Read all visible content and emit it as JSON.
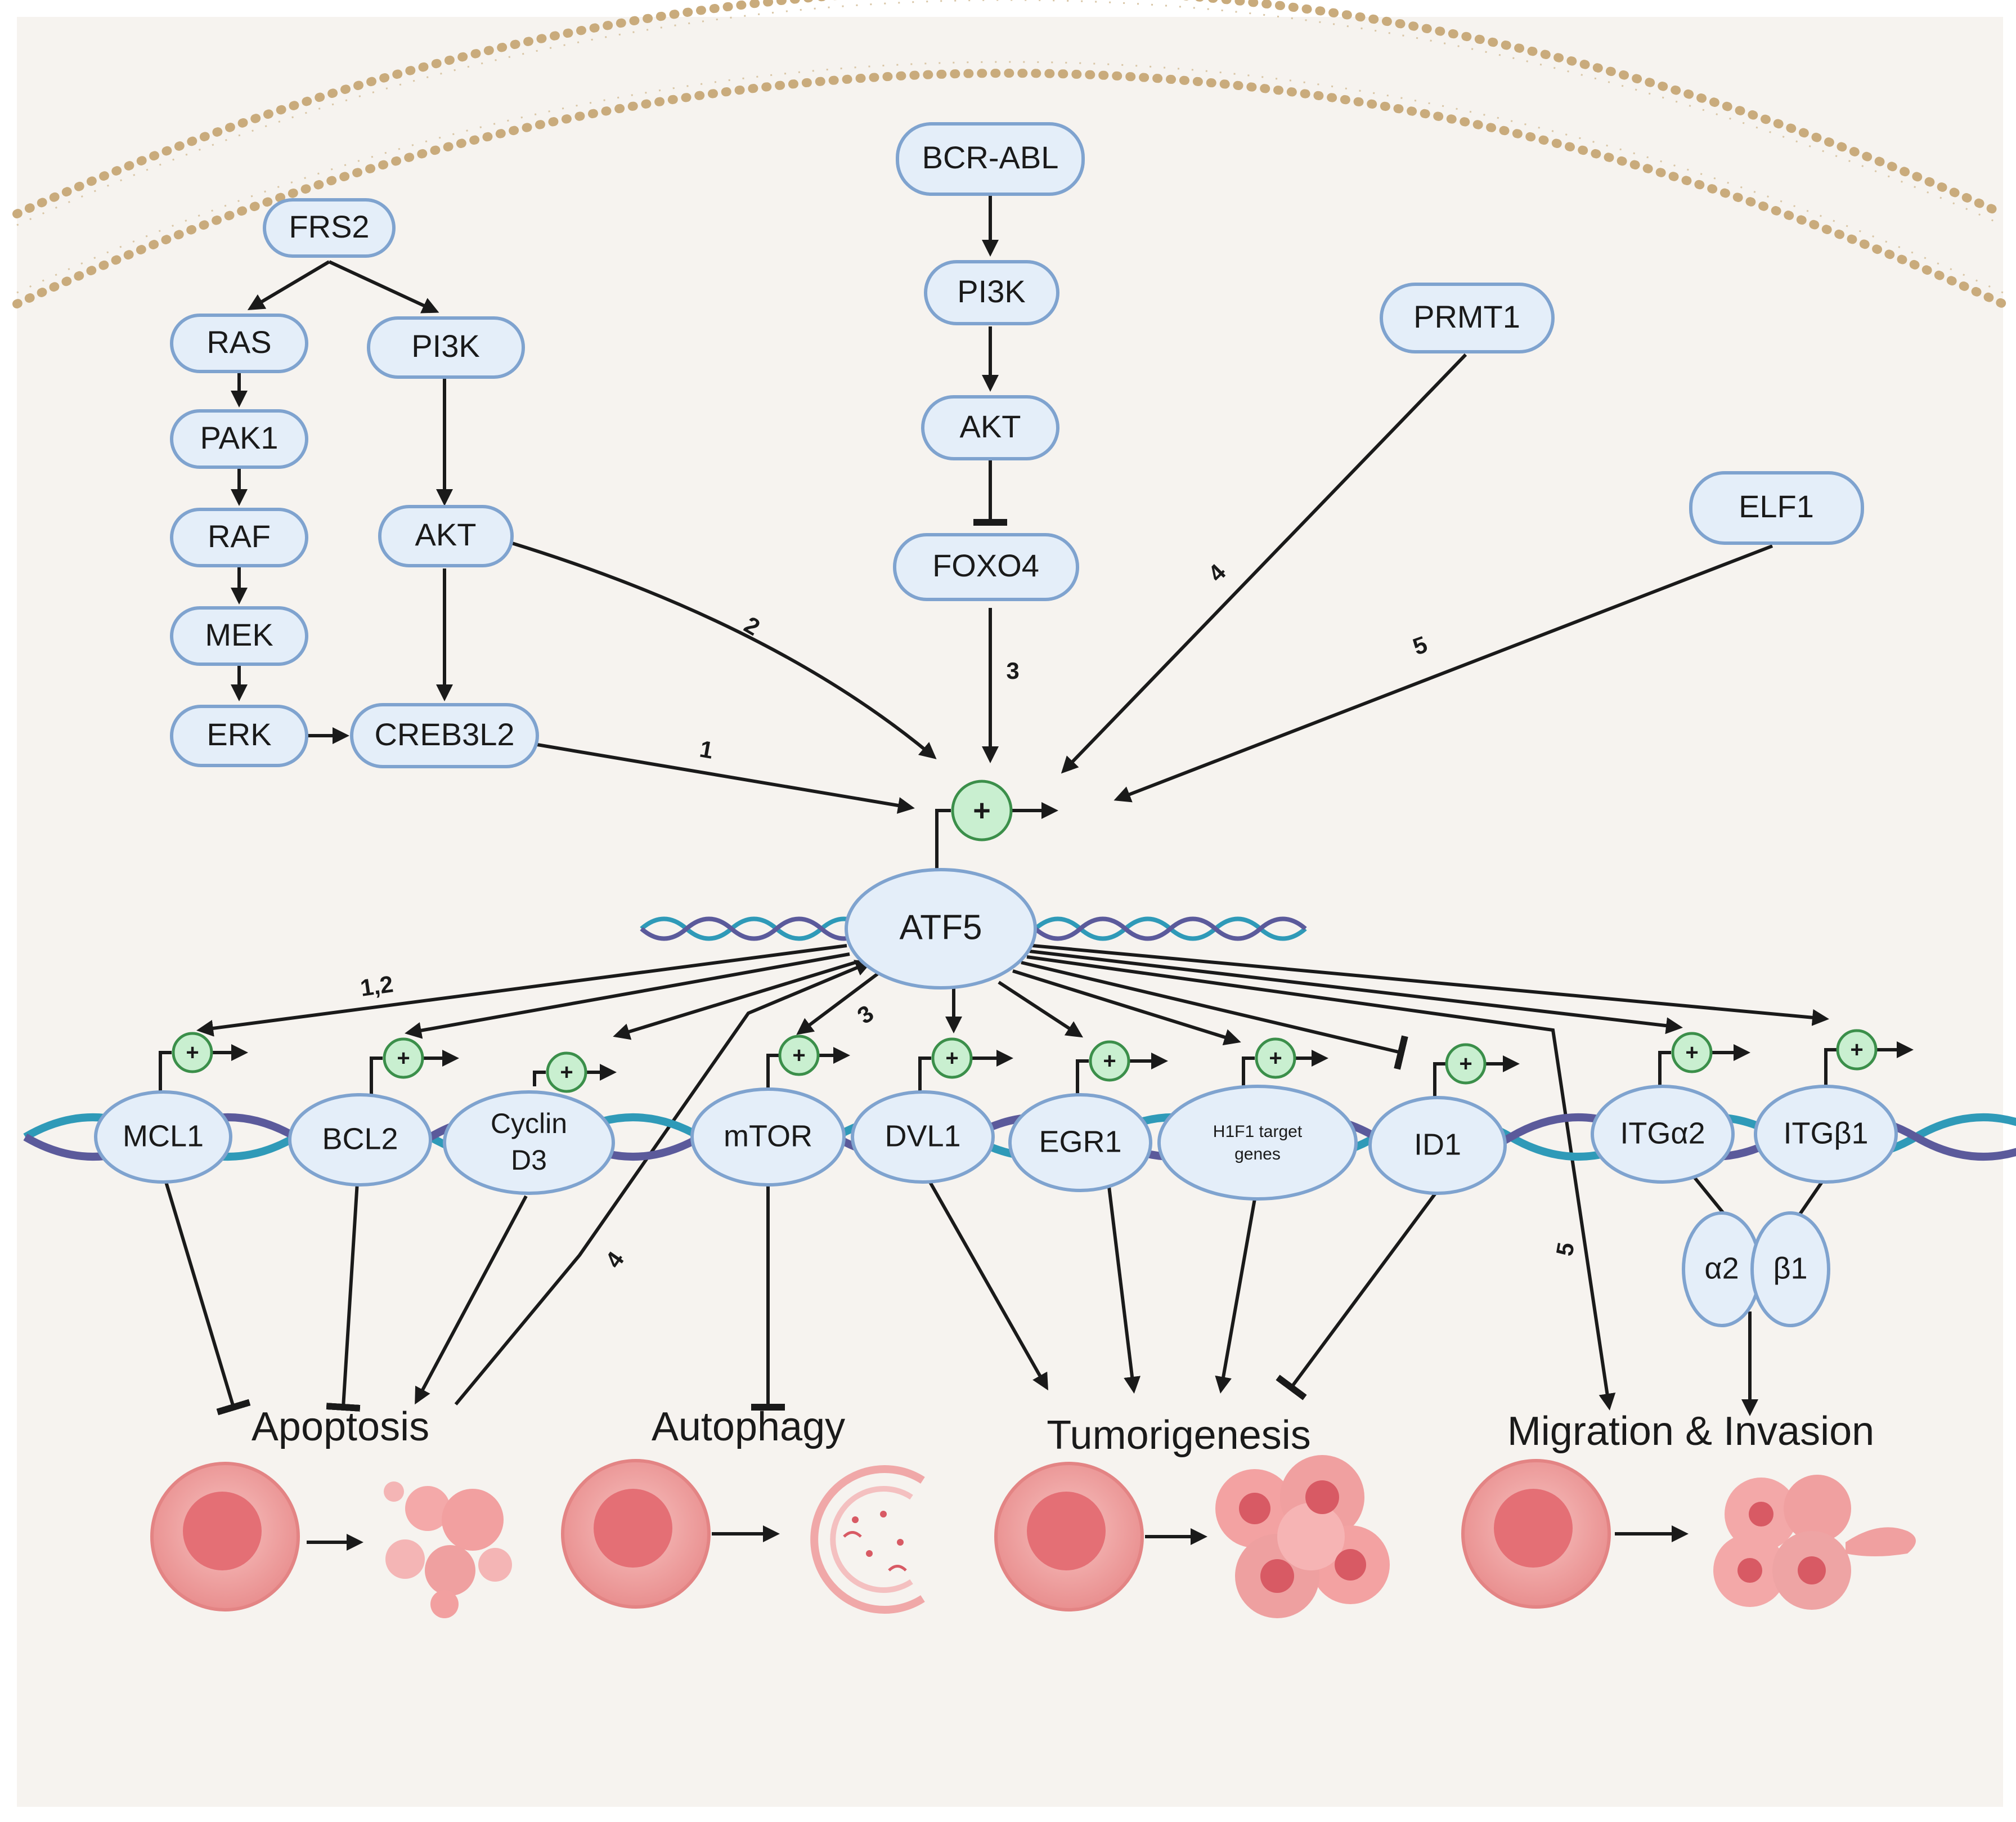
{
  "colors": {
    "background": "#f6f3ef",
    "membrane_head": "#c9ab7c",
    "node_fill": "#e4eef9",
    "node_stroke": "#7fa3cf",
    "dna_teal": "#2f9ab8",
    "dna_purple": "#5b5a9b",
    "promoter_fill": "#c9efd0",
    "cell_pink": "#f2a6a6"
  },
  "nodes": {
    "frs2": "FRS2",
    "ras": "RAS",
    "pi3k_left": "PI3K",
    "pak1": "PAK1",
    "raf": "RAF",
    "akt_left": "AKT",
    "mek": "MEK",
    "erk": "ERK",
    "creb3l2": "CREB3L2",
    "bcr_abl": "BCR-ABL",
    "pi3k_mid": "PI3K",
    "akt_mid": "AKT",
    "foxo4": "FOXO4",
    "prmt1": "PRMT1",
    "elf1": "ELF1",
    "atf5": "ATF5"
  },
  "genes": {
    "mcl1": "MCL1",
    "bcl2": "BCL2",
    "cyclin_line1": "Cyclin",
    "cyclin_line2": "D3",
    "mtor": "mTOR",
    "dvl1": "DVL1",
    "egr1": "EGR1",
    "h1f1_line1": "H1F1 target",
    "h1f1_line2": "genes",
    "id1": "ID1",
    "itga2": "ITGα2",
    "itgb1": "ITGβ1",
    "a2": "α2",
    "b1": "β1"
  },
  "edge_labels": {
    "e1": "1",
    "e2": "2",
    "e3": "3",
    "e4": "4",
    "e5": "5",
    "e12": "1,2",
    "e3b": "3",
    "e4b": "4",
    "e5b": "5"
  },
  "promoter_symbol": "+",
  "outcomes": {
    "apoptosis": "Apoptosis",
    "autophagy": "Autophagy",
    "tumorigenesis": "Tumorigenesis",
    "migration": "Migration & Invasion"
  }
}
